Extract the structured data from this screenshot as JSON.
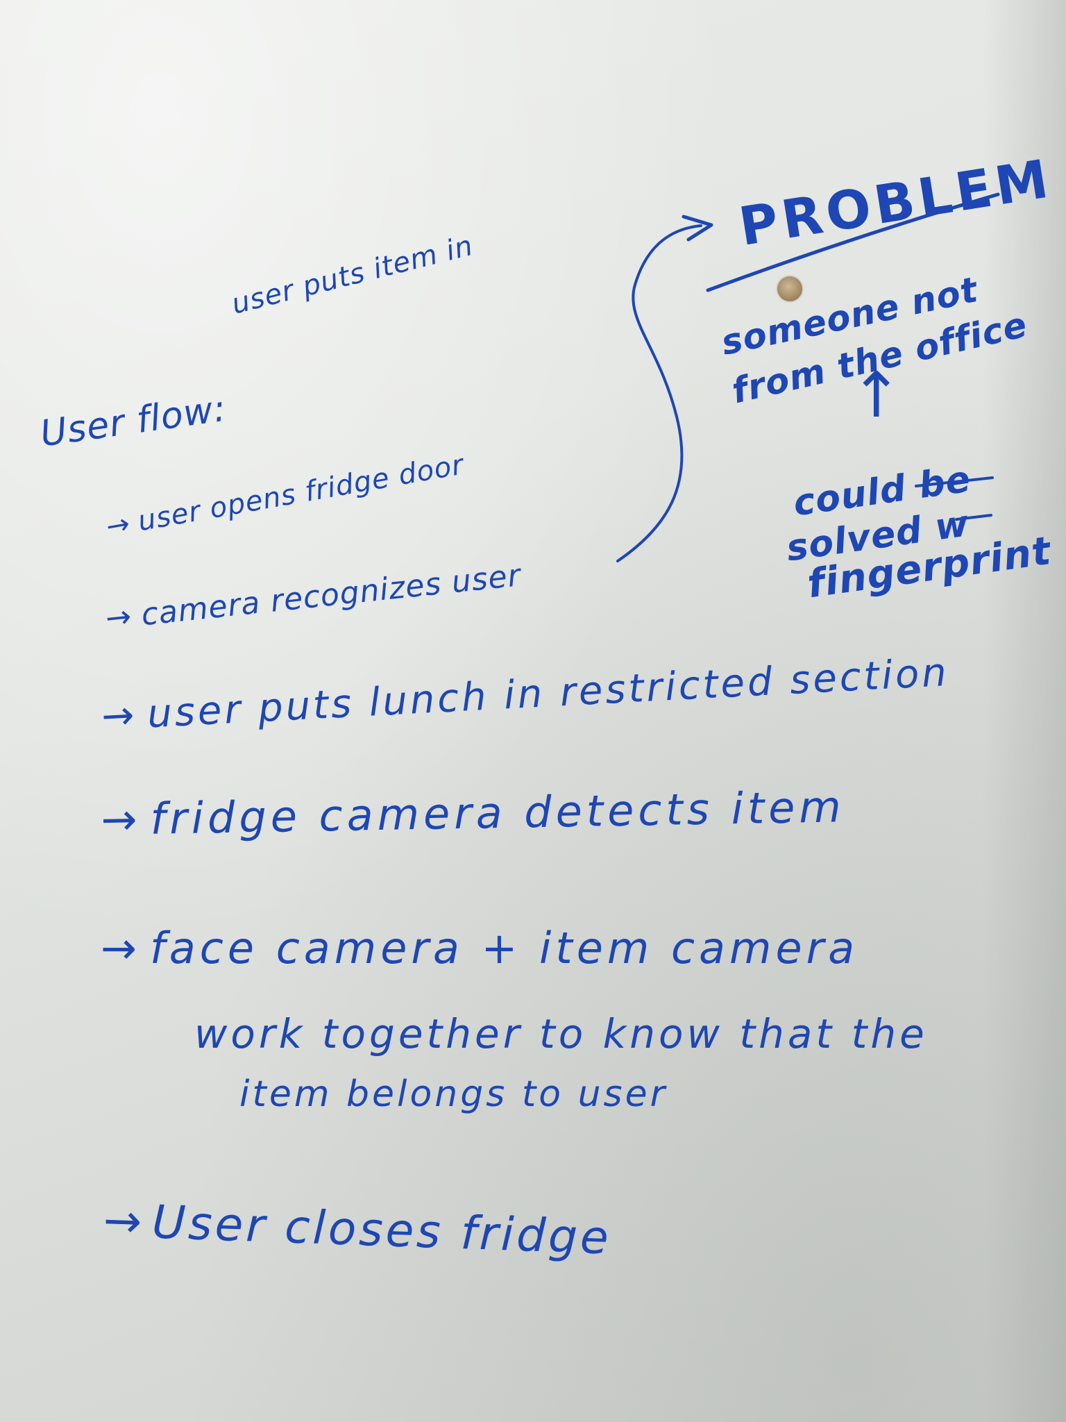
{
  "whiteboard": {
    "floating_note": "user puts item in",
    "flow_title": "User flow:",
    "steps": [
      "user opens fridge door",
      "camera recognizes user",
      "user puts lunch in restricted section",
      "fridge camera detects item",
      "face camera + item camera",
      "work together to know that the",
      "item belongs to user",
      "User closes fridge"
    ],
    "problem": {
      "heading": "PROBLEM",
      "line1": "someone not",
      "line2": "from the office",
      "solution_line1": "could be",
      "solution_line2": "solved w",
      "solution_line3": "fingerprint"
    },
    "arrow_glyph": "→",
    "up_arrow_glyph": "↑",
    "ink_color": "#1e46b4"
  }
}
